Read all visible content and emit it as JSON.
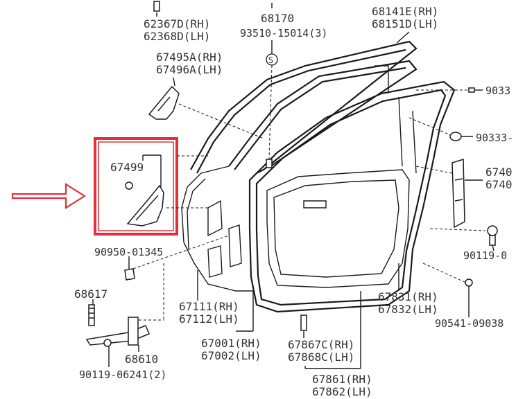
{
  "colors": {
    "highlight": "#e0303a",
    "line": "#1a1a1a",
    "text": "#333333"
  },
  "labels": {
    "p62367": "62367D(RH)",
    "p62368": "62368D(LH)",
    "p68170": "68170",
    "p93510": "93510-15014(3)",
    "pS": "S",
    "p68141": "68141E(RH)",
    "p68151": "68151D(LH)",
    "p67495": "67495A(RH)",
    "p67496": "67496A(LH)",
    "p90333a": "9033",
    "p90333b": "90333-",
    "p6740a": "6740",
    "p6740b": "6740",
    "p67499": "67499",
    "p90950": "90950-01345",
    "p90119a": "90119-0",
    "p68617": "68617",
    "p67111": "67111(RH)",
    "p67112": "67112(LH)",
    "p67831": "67831(RH)",
    "p67832": "67832(LH)",
    "p90541": "90541-09038",
    "p68610": "68610",
    "p67001": "67001(RH)",
    "p67002": "67002(LH)",
    "p67867": "67867C(RH)",
    "p67868": "67868C(LH)",
    "p90119b": "90119-06241(2)",
    "p67861": "67861(RH)",
    "p67862": "67862(LH)"
  }
}
